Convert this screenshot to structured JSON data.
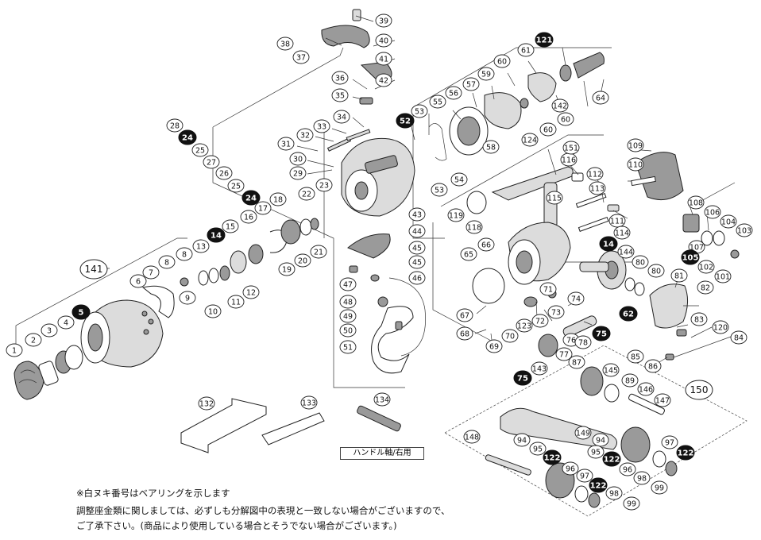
{
  "notes": {
    "bearing_note": "※白ヌキ番号はベアリングを示します",
    "shim_note_1": "調整座金類に関しましては、必ずしも分解図中の表現と一致しない場合がございますので、",
    "shim_note_2": "ご了承下さい。(商品により使用している場合とそうでない場合がございます。)",
    "handle_shaft_label": "ハンドル軸/右用"
  },
  "group_labels": {
    "spool_assembly": "141",
    "handle_assembly": "150"
  },
  "parts": [
    "1",
    "2",
    "3",
    "4",
    "6",
    "7",
    "8",
    "8b",
    "9",
    "10",
    "11",
    "12",
    "13",
    "15",
    "16",
    "17",
    "18",
    "19",
    "20",
    "21",
    "22",
    "23",
    "25a",
    "25b",
    "26",
    "27",
    "28",
    "29",
    "30",
    "31",
    "32",
    "33",
    "34",
    "35",
    "36",
    "37",
    "38",
    "39",
    "40",
    "41",
    "42",
    "43",
    "44",
    "45a",
    "45b",
    "46",
    "47",
    "48",
    "49",
    "50",
    "51",
    "53a",
    "53b",
    "54",
    "55",
    "56",
    "57",
    "58",
    "59",
    "60a",
    "60b",
    "60c",
    "61",
    "64",
    "65",
    "66",
    "67",
    "68",
    "69",
    "70",
    "71",
    "72",
    "73",
    "74",
    "76",
    "77",
    "78",
    "80a",
    "80b",
    "81",
    "82",
    "83",
    "84",
    "85",
    "86",
    "87",
    "89",
    "94a",
    "94b",
    "95a",
    "95b",
    "96a",
    "96b",
    "97a",
    "97b",
    "98a",
    "98b",
    "99a",
    "99b",
    "101",
    "102",
    "103",
    "104",
    "106",
    "107",
    "108",
    "109",
    "110",
    "111",
    "112",
    "113",
    "114",
    "115",
    "116",
    "118",
    "119",
    "120",
    "123",
    "124",
    "132",
    "133",
    "134",
    "142",
    "143",
    "144",
    "145",
    "146",
    "147",
    "148",
    "149",
    "151"
  ],
  "part_numbers": {
    "1": "1",
    "2": "2",
    "3": "3",
    "4": "4",
    "6": "6",
    "7": "7",
    "8": "8",
    "8b": "8",
    "9": "9",
    "10": "10",
    "11": "11",
    "12": "12",
    "13": "13",
    "15": "15",
    "16": "16",
    "17": "17",
    "18": "18",
    "19": "19",
    "20": "20",
    "21": "21",
    "22": "22",
    "23": "23",
    "25a": "25",
    "25b": "25",
    "26": "26",
    "27": "27",
    "28": "28",
    "29": "29",
    "30": "30",
    "31": "31",
    "32": "32",
    "33": "33",
    "34": "34",
    "35": "35",
    "36": "36",
    "37": "37",
    "38": "38",
    "39": "39",
    "40": "40",
    "41": "41",
    "42": "42",
    "43": "43",
    "44": "44",
    "45a": "45",
    "45b": "45",
    "46": "46",
    "47": "47",
    "48": "48",
    "49": "49",
    "50": "50",
    "51": "51",
    "53a": "53",
    "53b": "53",
    "54": "54",
    "55": "55",
    "56": "56",
    "57": "57",
    "58": "58",
    "59": "59",
    "60a": "60",
    "60b": "60",
    "60c": "60",
    "61": "61",
    "64": "64",
    "65": "65",
    "66": "66",
    "67": "67",
    "68": "68",
    "69": "69",
    "70": "70",
    "71": "71",
    "72": "72",
    "73": "73",
    "74": "74",
    "76": "76",
    "77": "77",
    "78": "78",
    "80a": "80",
    "80b": "80",
    "81": "81",
    "82": "82",
    "83": "83",
    "84": "84",
    "85": "85",
    "86": "86",
    "87": "87",
    "89": "89",
    "94a": "94",
    "94b": "94",
    "95a": "95",
    "95b": "95",
    "96a": "96",
    "96b": "96",
    "97a": "97",
    "97b": "97",
    "98a": "98",
    "98b": "98",
    "99a": "99",
    "99b": "99",
    "101": "101",
    "102": "102",
    "103": "103",
    "104": "104",
    "106": "106",
    "107": "107",
    "108": "108",
    "109": "109",
    "110": "110",
    "111": "111",
    "112": "112",
    "113": "113",
    "114": "114",
    "115": "115",
    "116": "116",
    "118": "118",
    "119": "119",
    "120": "120",
    "123": "123",
    "124": "124",
    "132": "132",
    "133": "133",
    "134": "134",
    "142": "142",
    "143": "143",
    "144": "144",
    "145": "145",
    "146": "146",
    "147": "147",
    "148": "148",
    "149": "149",
    "151": "151"
  },
  "bearings": {
    "b5": "5",
    "b14a": "14",
    "b14b": "14",
    "b24a": "24",
    "b24b": "24",
    "b52": "52",
    "b62": "62",
    "b75a": "75",
    "b75b": "75",
    "b105": "105",
    "b121": "121",
    "b122a": "122",
    "b122b": "122",
    "b122c": "122",
    "b122d": "122"
  }
}
